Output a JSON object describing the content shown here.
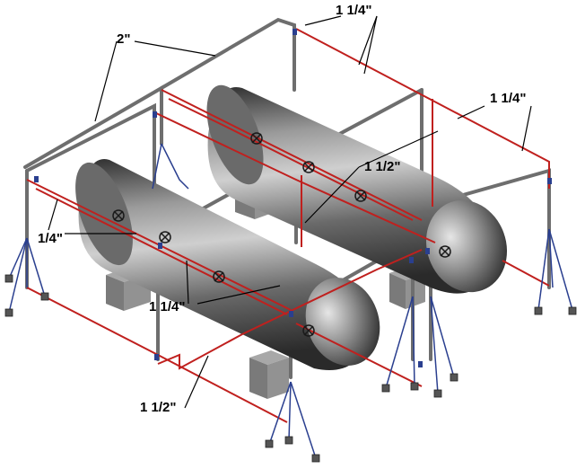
{
  "labels": {
    "top_right_1": "1 1/4\"",
    "right_mid": "1 1/4\"",
    "top_left": "2\"",
    "center": "1 1/2\"",
    "left": "1/4\"",
    "bottom_mid": "1 1/4\"",
    "bottom": "1 1/2\""
  },
  "colors": {
    "background": "#ffffff",
    "frame_pipe": "#6e6e6e",
    "red_pipe": "#c0201e",
    "tank_dark": "#3a3a3a",
    "tank_light": "#d8d8d8",
    "support_leg": "#2a3f8f",
    "valve": "#1a1a1a",
    "block": "#8a8a8a"
  }
}
